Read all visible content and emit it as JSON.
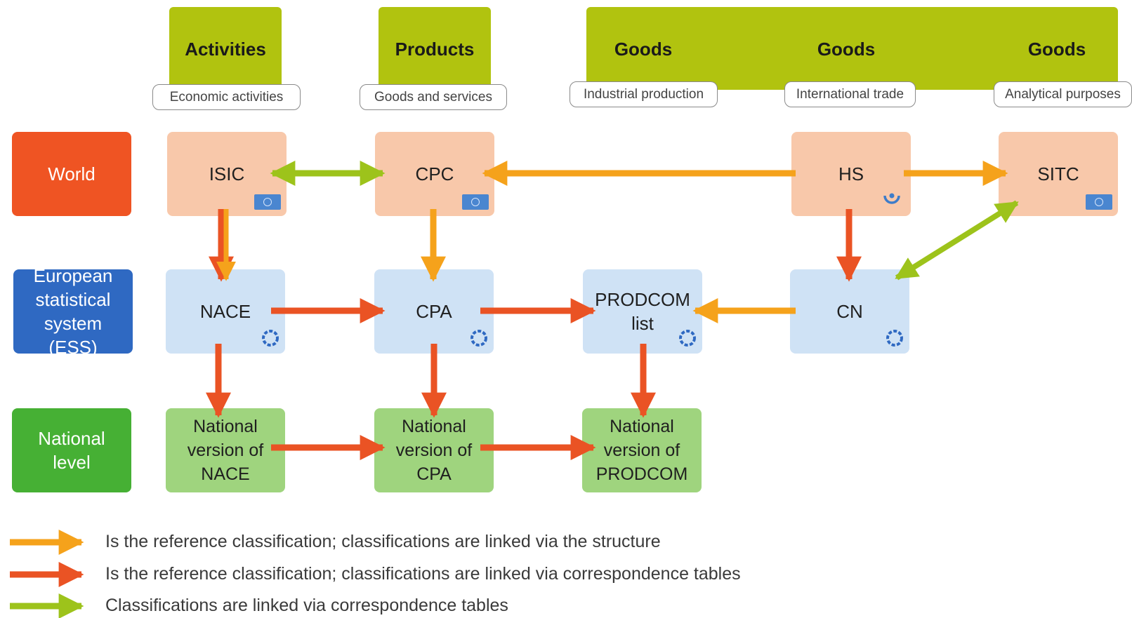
{
  "columns": {
    "activities": {
      "title": "Activities",
      "sub": "Economic activities"
    },
    "products": {
      "title": "Products",
      "sub": "Goods and services"
    },
    "goods_industrial": {
      "title": "Goods",
      "sub": "Industrial production"
    },
    "goods_trade": {
      "title": "Goods",
      "sub": "International trade"
    },
    "goods_analytical": {
      "title": "Goods",
      "sub": "Analytical purposes"
    }
  },
  "levels": {
    "world": "World",
    "ess": "European statistical system (ESS)",
    "national": "National level"
  },
  "nodes": {
    "isic": "ISIC",
    "cpc": "CPC",
    "hs": "HS",
    "sitc": "SITC",
    "nace": "NACE",
    "cpa": "CPA",
    "prodcom": "PRODCOM list",
    "cn": "CN",
    "nat_nace": "National version of NACE",
    "nat_cpa": "National version of CPA",
    "nat_prodcom": "National version of PRODCOM"
  },
  "legend": [
    {
      "color": "#f5a21b",
      "text": "Is the reference classification; classifications are linked via the structure"
    },
    {
      "color": "#ea5324",
      "text": "Is the reference classification; classifications are linked via correspondence tables"
    },
    {
      "color": "#9dc31b",
      "text": "Classifications are linked via correspondence tables"
    }
  ],
  "colors": {
    "structure_arrow": "#f5a21b",
    "correspondence_reference_arrow": "#ea5324",
    "correspondence_arrow": "#9dc31b",
    "world": "#ef5423",
    "ess": "#2f69c2",
    "national": "#46b034",
    "header": "#b1c30f"
  },
  "icons": {
    "un": "un-emblem-icon",
    "wco": "wco-emblem-icon",
    "eurostat": "eurostat-swirl-icon"
  }
}
